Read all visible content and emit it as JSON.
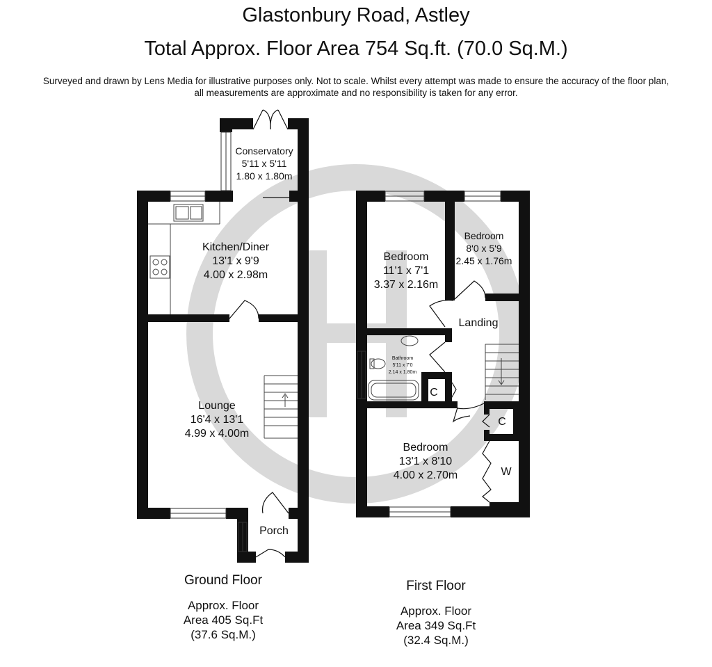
{
  "header": {
    "title": "Glastonbury Road, Astley",
    "total_area": "Total Approx. Floor Area 754 Sq.ft. (70.0 Sq.M.)",
    "disclaimer_line1": "Surveyed and drawn by Lens Media for illustrative purposes only. Not to scale. Whilst every attempt was made to ensure the accuracy of the floor plan,",
    "disclaimer_line2": "all measurements are approximate and no responsibility is taken for any error."
  },
  "ground_floor": {
    "name": "Ground Floor",
    "area_line1": "Approx. Floor",
    "area_line2": "Area 405 Sq.Ft",
    "area_line3": "(37.6 Sq.M.)",
    "rooms": {
      "conservatory": {
        "name": "Conservatory",
        "imperial": "5'11 x 5'11",
        "metric": "1.80 x 1.80m"
      },
      "kitchen": {
        "name": "Kitchen/Diner",
        "imperial": "13'1 x 9'9",
        "metric": "4.00 x 2.98m"
      },
      "lounge": {
        "name": "Lounge",
        "imperial": "16'4 x 13'1",
        "metric": "4.99 x 4.00m"
      },
      "porch": {
        "name": "Porch"
      }
    }
  },
  "first_floor": {
    "name": "First Floor",
    "area_line1": "Approx. Floor",
    "area_line2": "Area 349 Sq.Ft",
    "area_line3": "(32.4 Sq.M.)",
    "rooms": {
      "bedroom2": {
        "name": "Bedroom",
        "imperial": "11'1 x 7'1",
        "metric": "3.37 x 2.16m"
      },
      "bedroom3": {
        "name": "Bedroom",
        "imperial": "8'0 x 5'9",
        "metric": "2.45 x 1.76m"
      },
      "landing": {
        "name": "Landing"
      },
      "bathroom": {
        "name": "Bathroom",
        "imperial": "5'11 x 7'0",
        "metric": "2.14 x 1.80m"
      },
      "cupboard1": {
        "name": "C"
      },
      "cupboard2": {
        "name": "C"
      },
      "wardrobe": {
        "name": "W"
      },
      "bedroom1": {
        "name": "Bedroom",
        "imperial": "13'1 x 8'10",
        "metric": "4.00 x 2.70m"
      }
    }
  },
  "colors": {
    "wall": "#111111",
    "watermark": "#d9d9d9"
  }
}
